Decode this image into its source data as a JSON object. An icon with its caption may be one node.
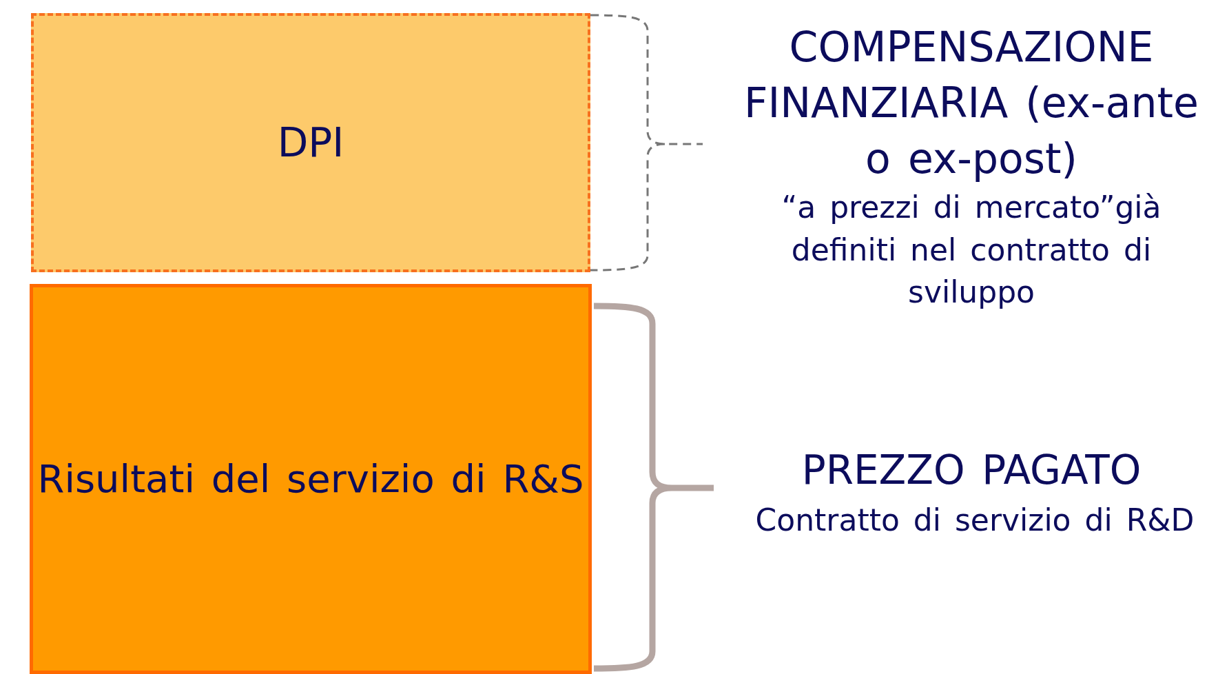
{
  "diagram": {
    "nodes": [
      {
        "text": [
          "DPI"
        ]
      },
      {
        "text": [
          "Risultati del servizio di R&S"
        ]
      }
    ],
    "labels": [
      "COMPENSAZIONE FINANZIARIA (ex-ante o ex-post)",
      "“a prezzi di mercato”già definiti nel contratto di sviluppo",
      "PREZZO PAGATO",
      "Contratto di servizio di R&D"
    ]
  }
}
